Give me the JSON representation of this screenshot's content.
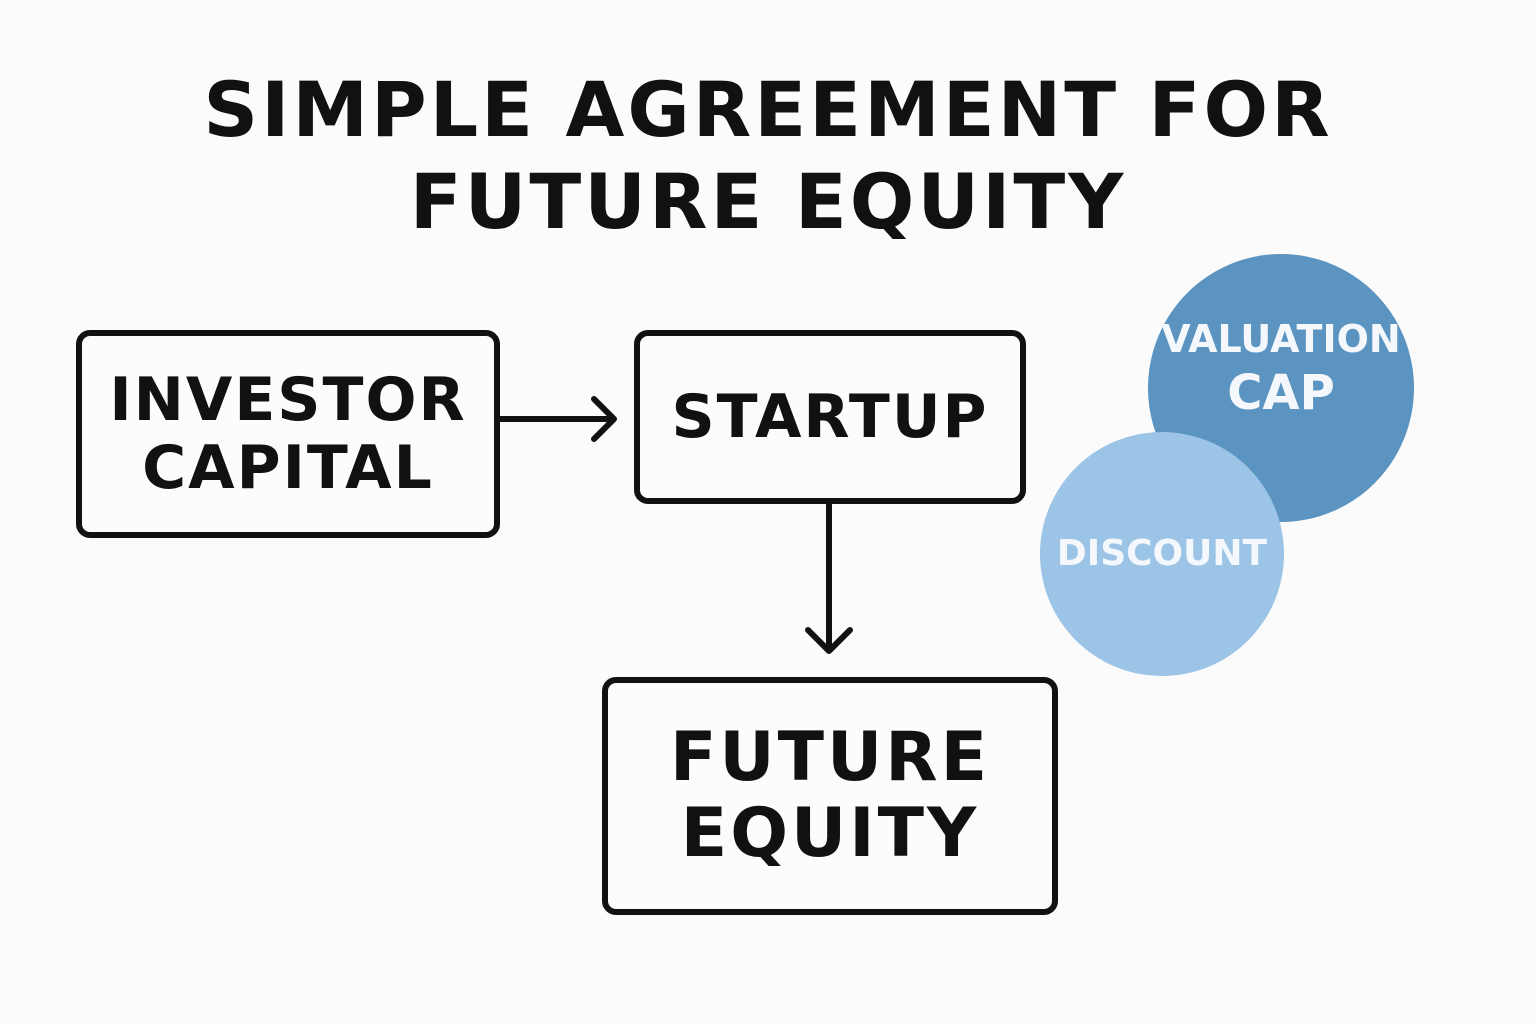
{
  "title": {
    "line1": "SIMPLE AGREEMENT FOR",
    "line2": "FUTURE EQUITY"
  },
  "nodes": {
    "investor": {
      "line1": "INVESTOR",
      "line2": "CAPITAL"
    },
    "startup": {
      "label": "STARTUP"
    },
    "equity": {
      "line1": "FUTURE",
      "line2": "EQUITY"
    }
  },
  "terms": {
    "cap": {
      "line1": "VALUATION",
      "line2": "CAP"
    },
    "discount": {
      "label": "DISCOUNT"
    }
  },
  "colors": {
    "outline": "#111111",
    "cap_circle": "#5b94c1",
    "discount_circle": "#9cc4e6",
    "circle_text": "#f4f8fc",
    "background": "#fcfbfb"
  }
}
